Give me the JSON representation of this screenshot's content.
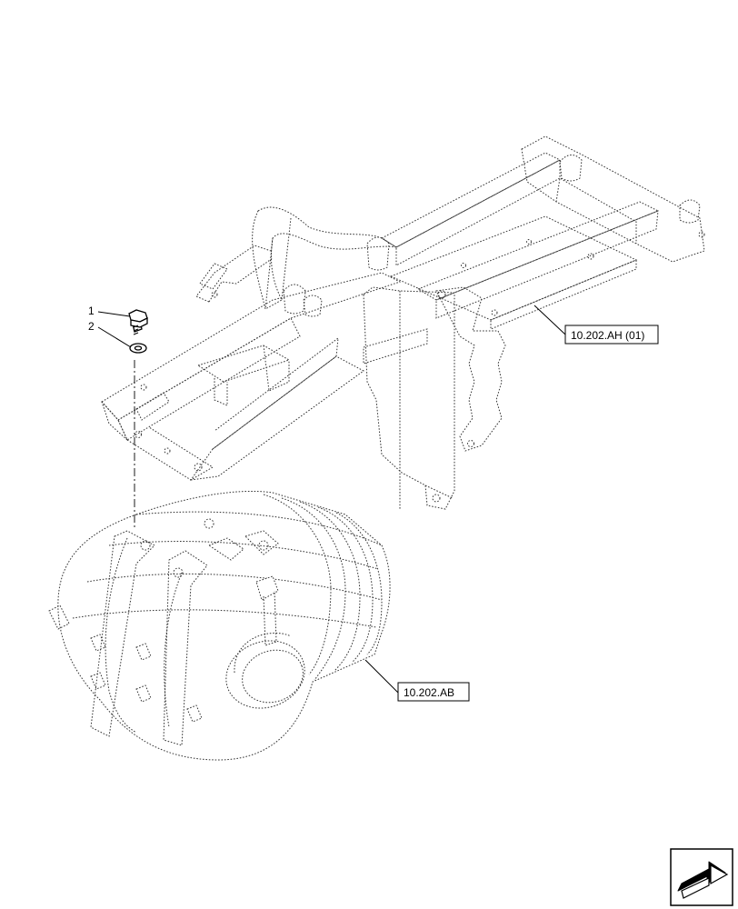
{
  "callouts": {
    "item_1": "1",
    "item_2": "2",
    "ref_frame": "10.202.AH (01)",
    "ref_filter": "10.202.AB"
  },
  "icons": {
    "corner": "next-page-arrow-icon"
  },
  "colors": {
    "line": "#000000",
    "ghost": "#333333",
    "background": "#ffffff"
  }
}
